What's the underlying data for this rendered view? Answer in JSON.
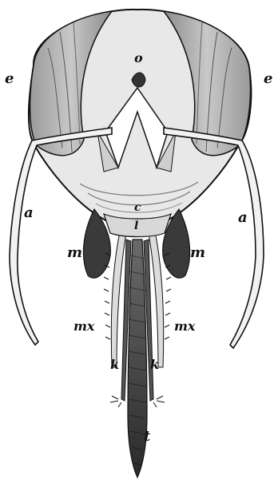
{
  "figure": {
    "labels": {
      "o": "o",
      "e_left": "e",
      "e_right": "e",
      "a_left": "a",
      "a_right": "a",
      "c": "c",
      "l": "l",
      "m_left": "m",
      "m_right": "m",
      "mx_left": "mx",
      "mx_right": "mx",
      "k_left": "k",
      "k_right": "k",
      "t": "t"
    },
    "colors": {
      "ink": "#111111",
      "shade_dark": "#4a4a4a",
      "shade_mid": "#8a8a8a",
      "shade_light": "#d6d6d6",
      "paper": "#ffffff"
    }
  }
}
